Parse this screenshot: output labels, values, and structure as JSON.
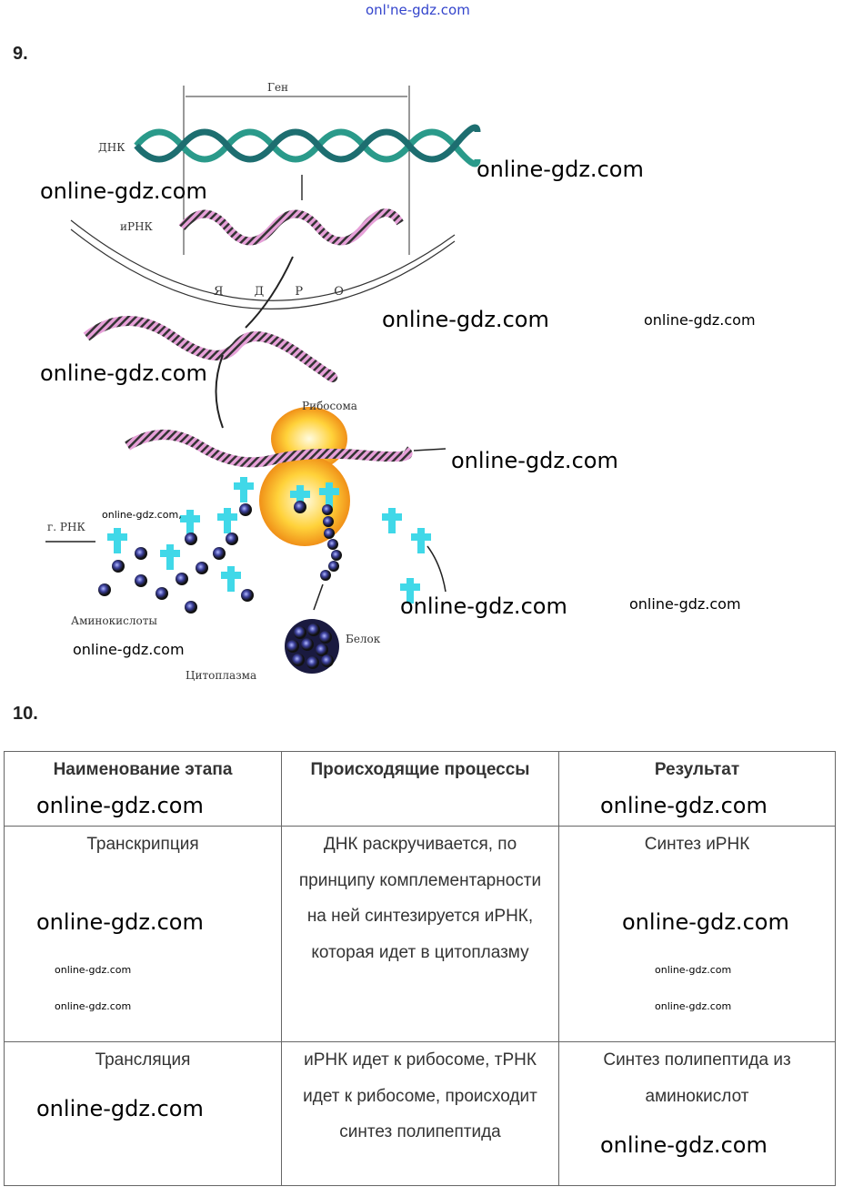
{
  "header_link": "onl'ne-gdz.com",
  "task9": {
    "number": "9.",
    "labels": {
      "gene": "Ген",
      "dna": "ДНК",
      "mrna": "иРНК",
      "nucleus": "Я Д Р О",
      "ribosome": "Рибосома",
      "trna": "г. РНК",
      "amino_acids": "Аминокислоты",
      "protein": "Белок",
      "cytoplasm": "Цитоплазма"
    }
  },
  "task10": {
    "number": "10.",
    "headers": [
      "Наименование этапа",
      "Происходящие процессы",
      "Результат"
    ],
    "rows": [
      [
        "Транскрипция",
        "ДНК раскручивается, по принципу комплементарности на ней синтезируется иРНК, которая идет в цитоплазму",
        "Синтез иРНК"
      ],
      [
        "Трансляция",
        "иРНК идет к рибосоме, тРНК идет к рибосоме, происходит синтез полипептида",
        "Синтез полипептида из аминокислот"
      ]
    ]
  },
  "watermark": "online-gdz.com",
  "watermark_comma": "online-gdz.com,"
}
